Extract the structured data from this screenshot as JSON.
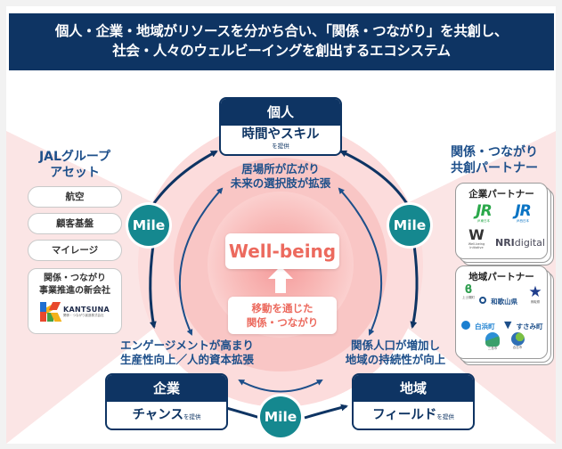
{
  "header": {
    "line1": "個人・企業・地域がリソースを分かち合い、「関係・つながり」を共創し、",
    "line2": "社会・人々のウェルビーイングを創出するエコシステム"
  },
  "colors": {
    "navy": "#0e3463",
    "teal": "#15888f",
    "text_blue": "#1d4f8a",
    "coral": "#ec6a5e",
    "pink_bg": "#fbe5e5"
  },
  "nodes": {
    "individual": {
      "title": "個人",
      "resource": "時間やスキル",
      "provide": "を提供"
    },
    "company": {
      "title": "企業",
      "resource": "チャンス",
      "provide": "を提供"
    },
    "region": {
      "title": "地域",
      "resource": "フィールド",
      "provide": "を提供"
    }
  },
  "mile_label": "Mile",
  "benefits": {
    "individual": [
      "居場所が広がり",
      "未来の選択肢が拡張"
    ],
    "company": [
      "エンゲージメントが高まり",
      "生産性向上／人的資本拡張"
    ],
    "region": [
      "関係人口が増加し",
      "地域の持続性が向上"
    ]
  },
  "center": {
    "wellbeing": "Well-being",
    "movement": [
      "移動を通じた",
      "関係・つながり"
    ]
  },
  "jal_assets": {
    "title": [
      "JALグループ",
      "アセット"
    ],
    "items": [
      "航空",
      "顧客基盤",
      "マイレージ"
    ],
    "new_company": {
      "label": [
        "関係・つながり",
        "事業推進の新会社"
      ],
      "logo_name": "KANTSUNA",
      "logo_sub": "関係・つながり創造株式会社"
    }
  },
  "partners": {
    "title": [
      "関係・つながり",
      "共創パートナー"
    ],
    "corporate": {
      "title": "企業パートナー",
      "logos": [
        {
          "text": "JR",
          "sub": "JR東日本",
          "color": "#2aa84a"
        },
        {
          "text": "JR",
          "sub": "JR西日本",
          "color": "#0a74c4"
        },
        {
          "text": "W",
          "sub": "Well-being Initiative",
          "color": "#333333"
        },
        {
          "text": "NRI",
          "suffix": "digital",
          "color": "#4a4a5a"
        }
      ]
    },
    "regional": {
      "title": "地域パートナー",
      "logos": [
        {
          "name": "上士幌町",
          "color": "#2e9e4f"
        },
        {
          "name": "和歌山県",
          "color": "#1d4f8a"
        },
        {
          "name": "鳥取県",
          "color": "#1f3d8c"
        },
        {
          "name": "白浜町",
          "color": "#1a7fd0"
        },
        {
          "name": "すさみ町",
          "color": "#1d4f8a"
        },
        {
          "name": "三島市",
          "color": "#3ba06b"
        },
        {
          "name": "合志市",
          "color": "#2f6fb5"
        }
      ]
    }
  }
}
